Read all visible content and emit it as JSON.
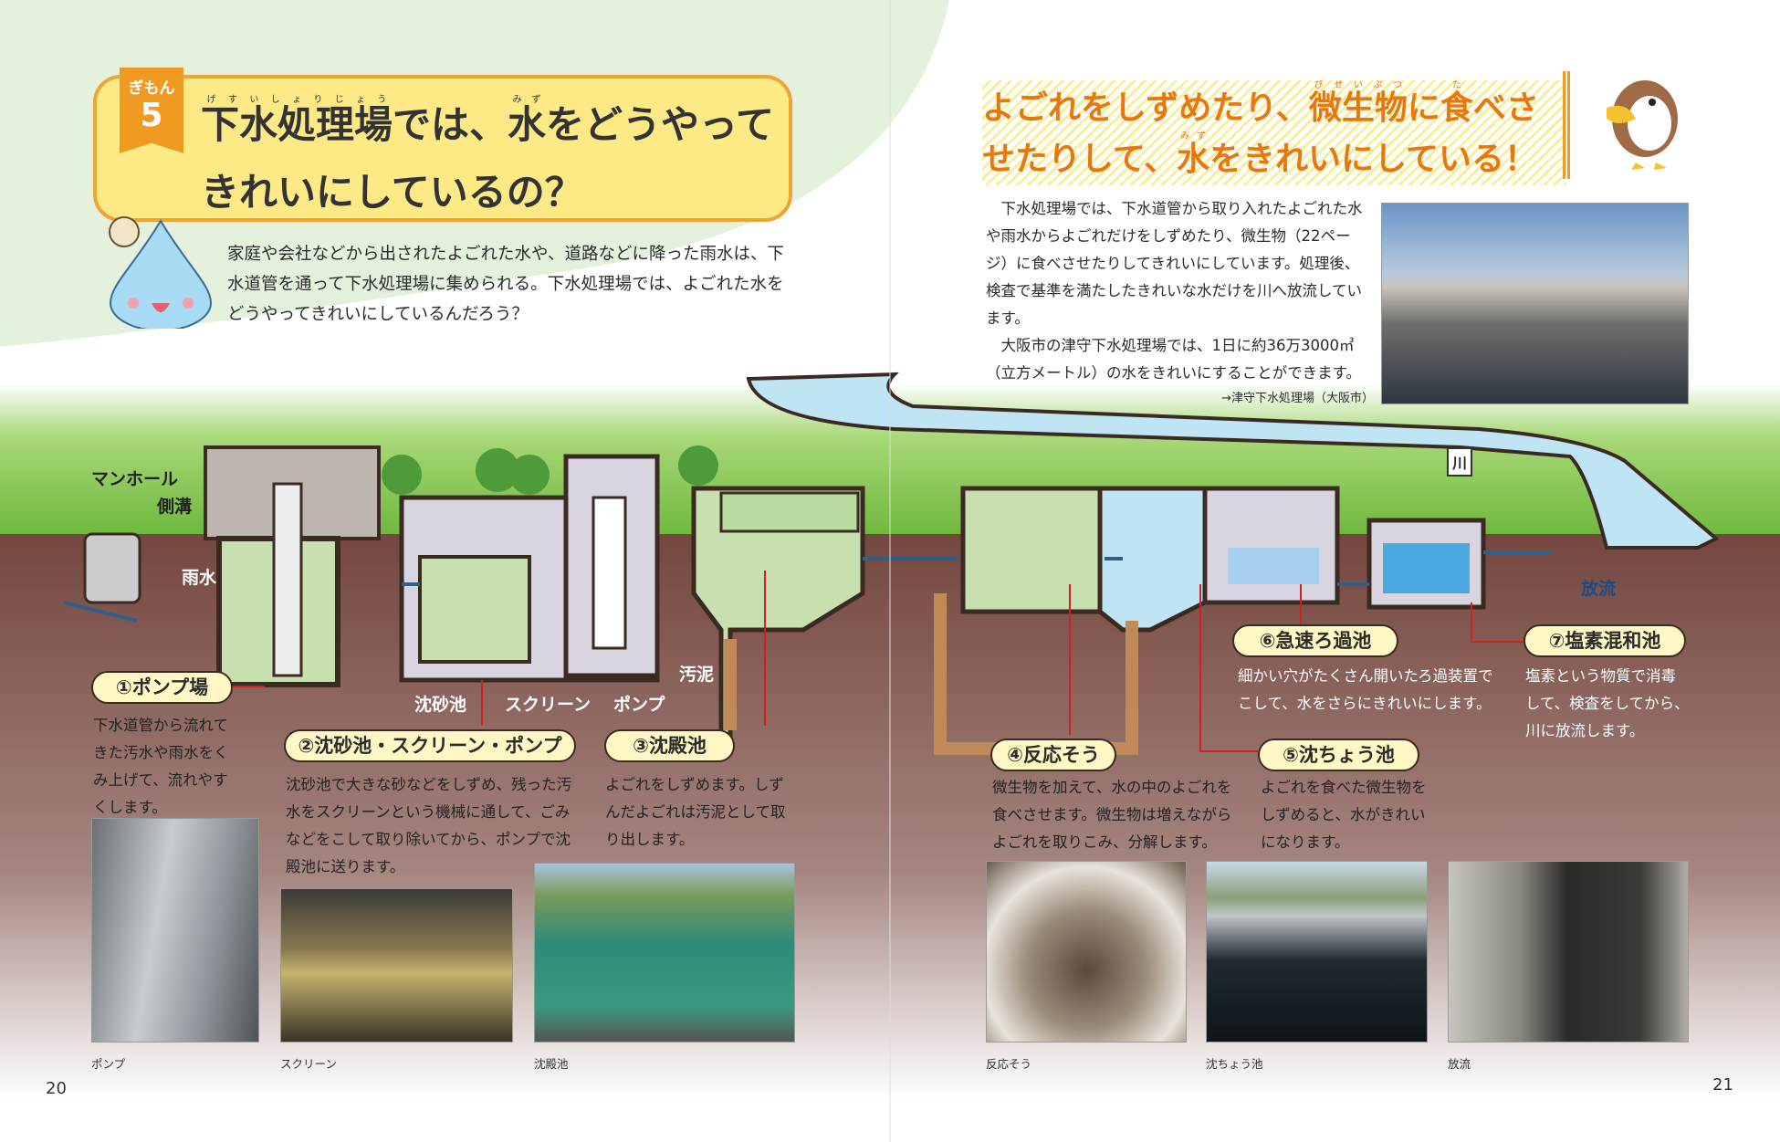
{
  "left_page": {
    "badge": {
      "label": "ぎもん",
      "number": "5"
    },
    "title": [
      [
        "下水処理場",
        "げすいしょりじょう"
      ],
      [
        "では、",
        ""
      ],
      [
        "水",
        "みず"
      ],
      [
        "をどうやって",
        ""
      ],
      [
        "きれいにしているの？",
        ""
      ]
    ],
    "intro": "家庭や会社などから出されたよごれた水や、道路などに降った雨水は、下水道管を通って下水処理場に集められる。下水処理場では、よごれた水をどうやってきれいにしているんだろう？",
    "page_number": "20"
  },
  "right_page": {
    "headline": [
      [
        "よごれをしずめたり、",
        ""
      ],
      [
        "微生物",
        "びせいぶつ"
      ],
      [
        "に",
        ""
      ],
      [
        "食",
        "た"
      ],
      [
        "べさせたりして、",
        ""
      ],
      [
        "水",
        "みず"
      ],
      [
        "をきれいにしている！",
        ""
      ]
    ],
    "paragraphs": [
      "下水処理場では、下水道管から取り入れたよごれた水や雨水からよごれだけをしずめたり、微生物（22ページ）に食べさせたりしてきれいにしています。処理後、検査で基準を満たしたきれいな水だけを川へ放流しています。",
      "大阪市の津守下水処理場では、1日に約36万3000㎥（立方メートル）の水をきれいにすることができます。"
    ],
    "photo_caption": "→津守下水処理場（大阪市）",
    "page_number": "21"
  },
  "diagram_labels": {
    "manhole": "マンホール",
    "gutter": "側溝",
    "rain": "雨水",
    "grit": "沈砂池",
    "screen": "スクリーン",
    "pump": "ポンプ",
    "sludge": "汚泥",
    "river": "川",
    "discharge": "放流"
  },
  "steps": [
    {
      "label": "①ポンプ場",
      "desc": "下水道管から流れてきた汚水や雨水をくみ上げて、流れやすくします。"
    },
    {
      "label": "②沈砂池・スクリーン・ポンプ",
      "desc": "沈砂池で大きな砂などをしずめ、残った汚水をスクリーンという機械に通して、ごみなどをこして取り除いてから、ポンプで沈殿池に送ります。"
    },
    {
      "label": "③沈殿池",
      "desc": "よごれをしずめます。しずんだよごれは汚泥として取り出します。"
    },
    {
      "label": "④反応そう",
      "desc": "微生物を加えて、水の中のよごれを食べさせます。微生物は増えながらよごれを取りこみ、分解します。"
    },
    {
      "label": "⑤沈ちょう池",
      "desc": "よごれを食べた微生物をしずめると、水がきれいになります。"
    },
    {
      "label": "⑥急速ろ過池",
      "desc": "細かい穴がたくさん開いたろ過装置でこして、水をさらにきれいにします。"
    },
    {
      "label": "⑦塩素混和池",
      "desc": "塩素という物質で消毒して、検査をしてから、川に放流します。"
    }
  ],
  "photo_captions": [
    "ポンプ",
    "スクリーン",
    "沈殿池",
    "反応そう",
    "沈ちょう池",
    "放流"
  ],
  "colors": {
    "title_bg": "#fdea86",
    "accent_orange": "#ef9a21",
    "headline": "#e8780e",
    "grass": "#7cc242",
    "ground": "#7b5048",
    "water": "#a8dcf0"
  }
}
